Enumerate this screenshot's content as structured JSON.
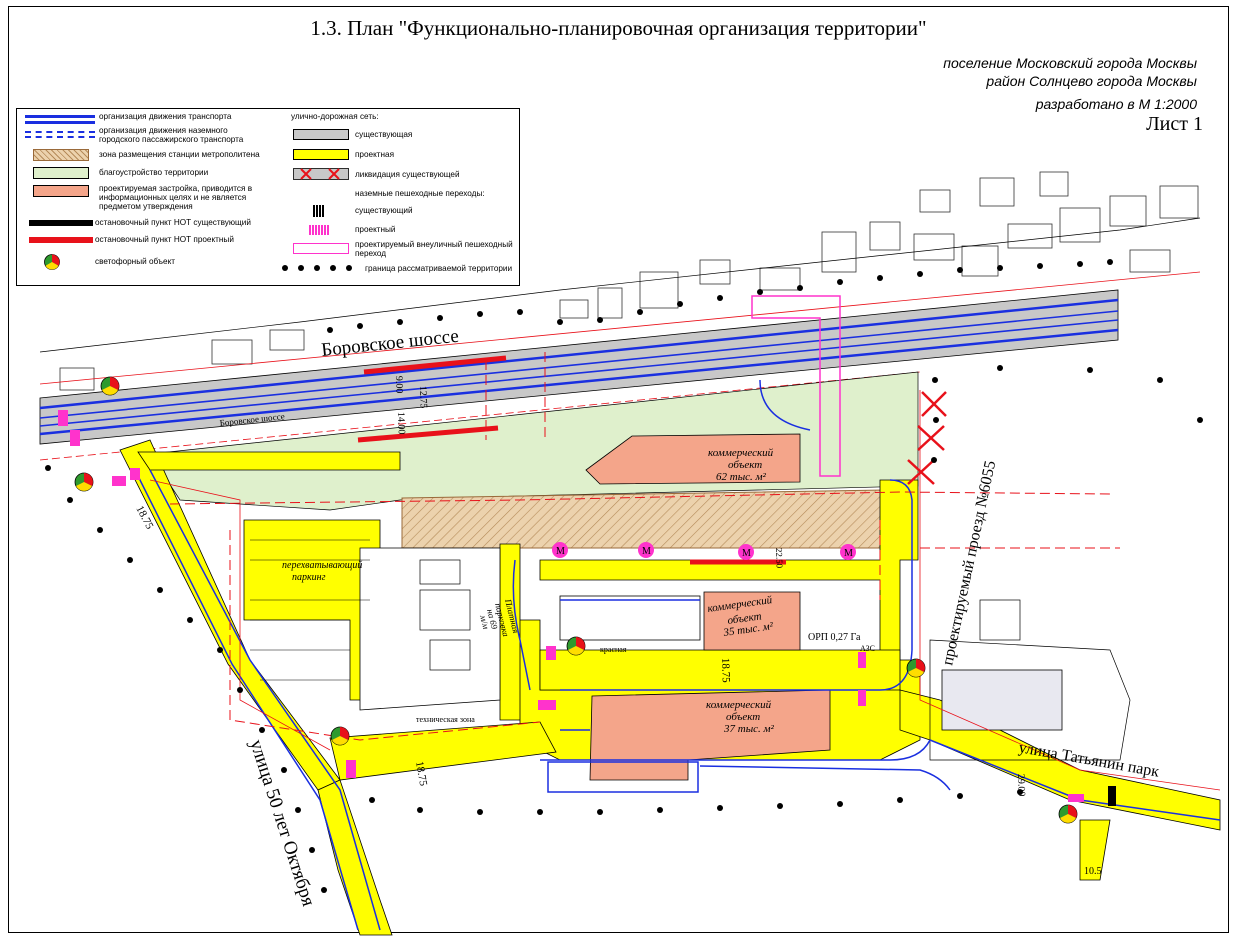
{
  "header": {
    "title": "1.3. План \"Функционально-планировочная организация территории\"",
    "subtitle_line1": "поселение Московский города Москвы",
    "subtitle_line2": "район Солнцево города Москвы",
    "scale": "разработано в М 1:2000",
    "sheet": "Лист 1"
  },
  "legend": {
    "left": [
      {
        "label": "организация движения транспорта",
        "symbol": "blue-arrow-line",
        "color": "#1a2fe0"
      },
      {
        "label": "организация движения наземного городского пассажирского транспорта",
        "symbol": "blue-dashed-arrow-line",
        "color": "#1a2fe0"
      },
      {
        "label": "зона размещения станции метрополитена",
        "symbol": "hatched-fill",
        "color": "#e8c9a0"
      },
      {
        "label": "благоустройство территории",
        "symbol": "green-fill",
        "color": "#dff0cc"
      },
      {
        "label": "проектируемая застройка, приводится в информационных целях и не является предметом утверждения",
        "symbol": "salmon-fill",
        "color": "#f4a58a"
      },
      {
        "label": "остановочный пункт НОТ существующий",
        "symbol": "black-bar",
        "color": "#000000"
      },
      {
        "label": "остановочный пункт НОТ проектный",
        "symbol": "red-bar",
        "color": "#e8111a"
      },
      {
        "label": "светофорный объект",
        "symbol": "traffic-light-icon",
        "color": "#2e9a2e"
      }
    ],
    "right_header": "улично-дорожная сеть:",
    "right": [
      {
        "label": "существующая",
        "symbol": "gray-fill",
        "color": "#c8c8c8"
      },
      {
        "label": "проектная",
        "symbol": "yellow-fill",
        "color": "#ffff00"
      },
      {
        "label": "ликвидация существующей",
        "symbol": "red-cross-fill",
        "color": "#e8111a"
      },
      {
        "label": "наземные пешеходные переходы:",
        "symbol": "none",
        "color": ""
      },
      {
        "label": "существующий",
        "symbol": "black-crossing",
        "color": "#000000"
      },
      {
        "label": "проектный",
        "symbol": "magenta-crossing",
        "color": "#ff33cc"
      },
      {
        "label": "проектируемый внеуличный пешеходный переход",
        "symbol": "magenta-outline",
        "color": "#ff33cc"
      },
      {
        "label": "граница рассматриваемой территории",
        "symbol": "dot-line",
        "color": "#000000"
      }
    ]
  },
  "map": {
    "street_borovskoe": "Боровское шоссе",
    "street_borovskoe_small": "Боровское шоссе",
    "street_50let": "улица 50 лет Октября",
    "street_tatyanin": "улица Татьянин парк",
    "street_proezd": "проектируемый проезд №6055",
    "obj_62_l1": "коммерческий",
    "obj_62_l2": "объект",
    "obj_62_l3": "62 тыс. м²",
    "obj_35_l1": "коммерческий",
    "obj_35_l2": "объект",
    "obj_35_l3": "35 тыс. м²",
    "obj_37_l1": "коммерческий",
    "obj_37_l2": "объект",
    "obj_37_l3": "37 тыс. м²",
    "parking_l1": "перехватывающий",
    "parking_l2": "паркинг",
    "paid_l1": "Платная",
    "paid_l2": "парковка",
    "paid_l3": "на 69",
    "paid_l4": "м/м",
    "orp": "ОРП 0,27 Га",
    "tech_zone": "техническая зона",
    "red_line": "красная",
    "w_1875a": "18.75",
    "w_1875b": "18.75",
    "w_1875c": "18.75",
    "w_1275": "12.75",
    "w_900": "9.00",
    "w_1400": "14.00",
    "w_2900": "29.00",
    "w_2250": "22.50",
    "w_1050": "10.5",
    "metro_letter": "М",
    "gas": "АЗС"
  },
  "colors": {
    "road_existing": "#c8c8c8",
    "road_project": "#ffff00",
    "green_area": "#dff0cc",
    "building": "#f4a58a",
    "metro_zone": "#e8c9a0",
    "traffic_blue": "#1a2fe0",
    "red_line": "#e8111a",
    "crossing": "#ff33cc"
  }
}
